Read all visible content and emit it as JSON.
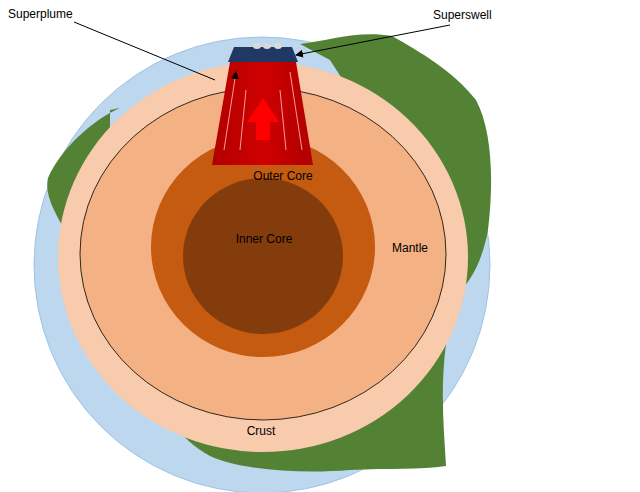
{
  "diagram": {
    "nodes": [
      {
        "text": [
          "Crust"
        ]
      },
      {
        "text": [
          "Mantle"
        ],
        "in": 0
      },
      {
        "text": [
          "Outer Core"
        ],
        "in": 1
      },
      {
        "text": [
          "Inner Core"
        ],
        "in": 2
      }
    ],
    "labels": [
      "Superplume",
      "Superswell"
    ]
  }
}
